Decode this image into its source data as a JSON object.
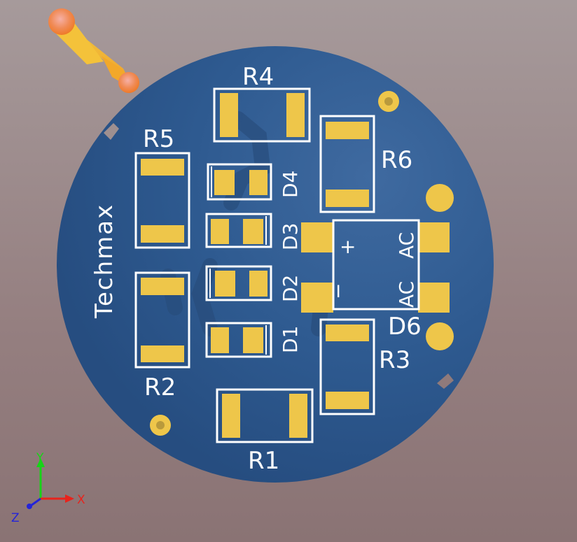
{
  "board": {
    "brand_text": "Techmax",
    "colors": {
      "board": "#2b5287",
      "board_highlight": "#3f6aa0",
      "pad": "#eec64a",
      "silkscreen": "#ffffff",
      "trace_shadow": "#274b7a"
    }
  },
  "components": {
    "r1": "R1",
    "r2": "R2",
    "r3": "R3",
    "r4": "R4",
    "r5": "R5",
    "r6": "R6",
    "d1": "D1",
    "d2": "D2",
    "d3": "D3",
    "d4": "D4",
    "d6": "D6"
  },
  "bridge_rectifier": {
    "plus": "+",
    "minus": "−",
    "ac_top": "AC",
    "ac_bottom": "AC"
  },
  "axes": {
    "x_label": "X",
    "y_label": "Y",
    "z_label": "Z",
    "x_color": "#e8231c",
    "y_color": "#17d417",
    "z_color": "#2424d8"
  },
  "light_source_icon": "light-source-icon"
}
